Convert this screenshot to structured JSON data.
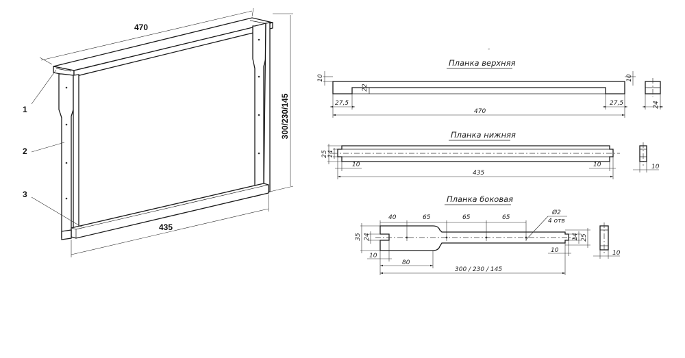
{
  "frame_view": {
    "dim_top": "470",
    "dim_bottom": "435",
    "dim_height": "300/230/145",
    "callouts": [
      "1",
      "2",
      "3"
    ]
  },
  "top_bar": {
    "title": "Планка верхняя",
    "thickness": "10",
    "depth": "22",
    "shoulder_left": "27,5",
    "shoulder_right": "27,5",
    "length": "470",
    "end_height": "10",
    "end_width": "24"
  },
  "bottom_bar": {
    "title": "Планка нижняя",
    "height": "25",
    "inner_height": "14",
    "shoulder_left": "10",
    "shoulder_right": "10",
    "length": "435",
    "end_width": "10"
  },
  "side_bar": {
    "title": "Планка боковая",
    "holes": [
      "40",
      "65",
      "65",
      "65"
    ],
    "hole_note_diameter": "Ø2",
    "hole_note_count": "4 отв",
    "height": "35",
    "inner_height": "24",
    "right_inner": "14",
    "right_height": "25",
    "slot_left": "10",
    "slot_right": "10",
    "wide_part": "80",
    "length": "300 / 230 / 145",
    "end_width": "10"
  }
}
